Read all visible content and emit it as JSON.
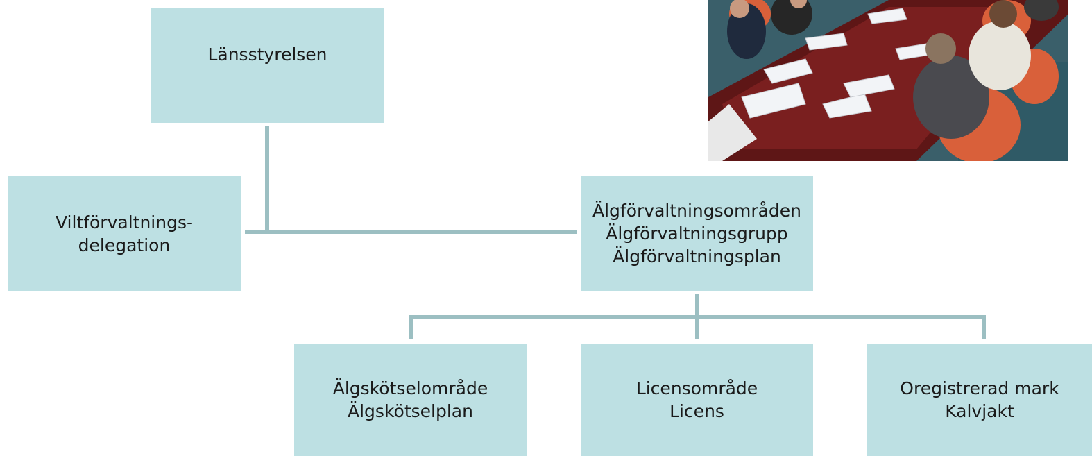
{
  "colors": {
    "box_fill": "#bde0e3",
    "connector": "#9cbfc2",
    "text": "#1a1a1a"
  },
  "nodes": {
    "lansstyrelsen": {
      "lines": [
        "Länsstyrelsen"
      ]
    },
    "viltforvaltningsdelegation": {
      "lines": [
        "Viltförvaltnings-",
        "delegation"
      ]
    },
    "algforvaltningsomraden": {
      "lines": [
        "Älgförvaltningsområden",
        "Älgförvaltningsgrupp",
        "Älgförvaltningsplan"
      ]
    },
    "algskotselomrade": {
      "lines": [
        "Älgskötselområde",
        "Älgskötselplan"
      ]
    },
    "licensomrade": {
      "lines": [
        "Licensområde",
        "Licens"
      ]
    },
    "oregistrerad_mark": {
      "lines": [
        "Oregistrerad mark",
        "Kalvjakt"
      ]
    }
  },
  "photo": {
    "subject": "meeting-around-conference-table"
  }
}
